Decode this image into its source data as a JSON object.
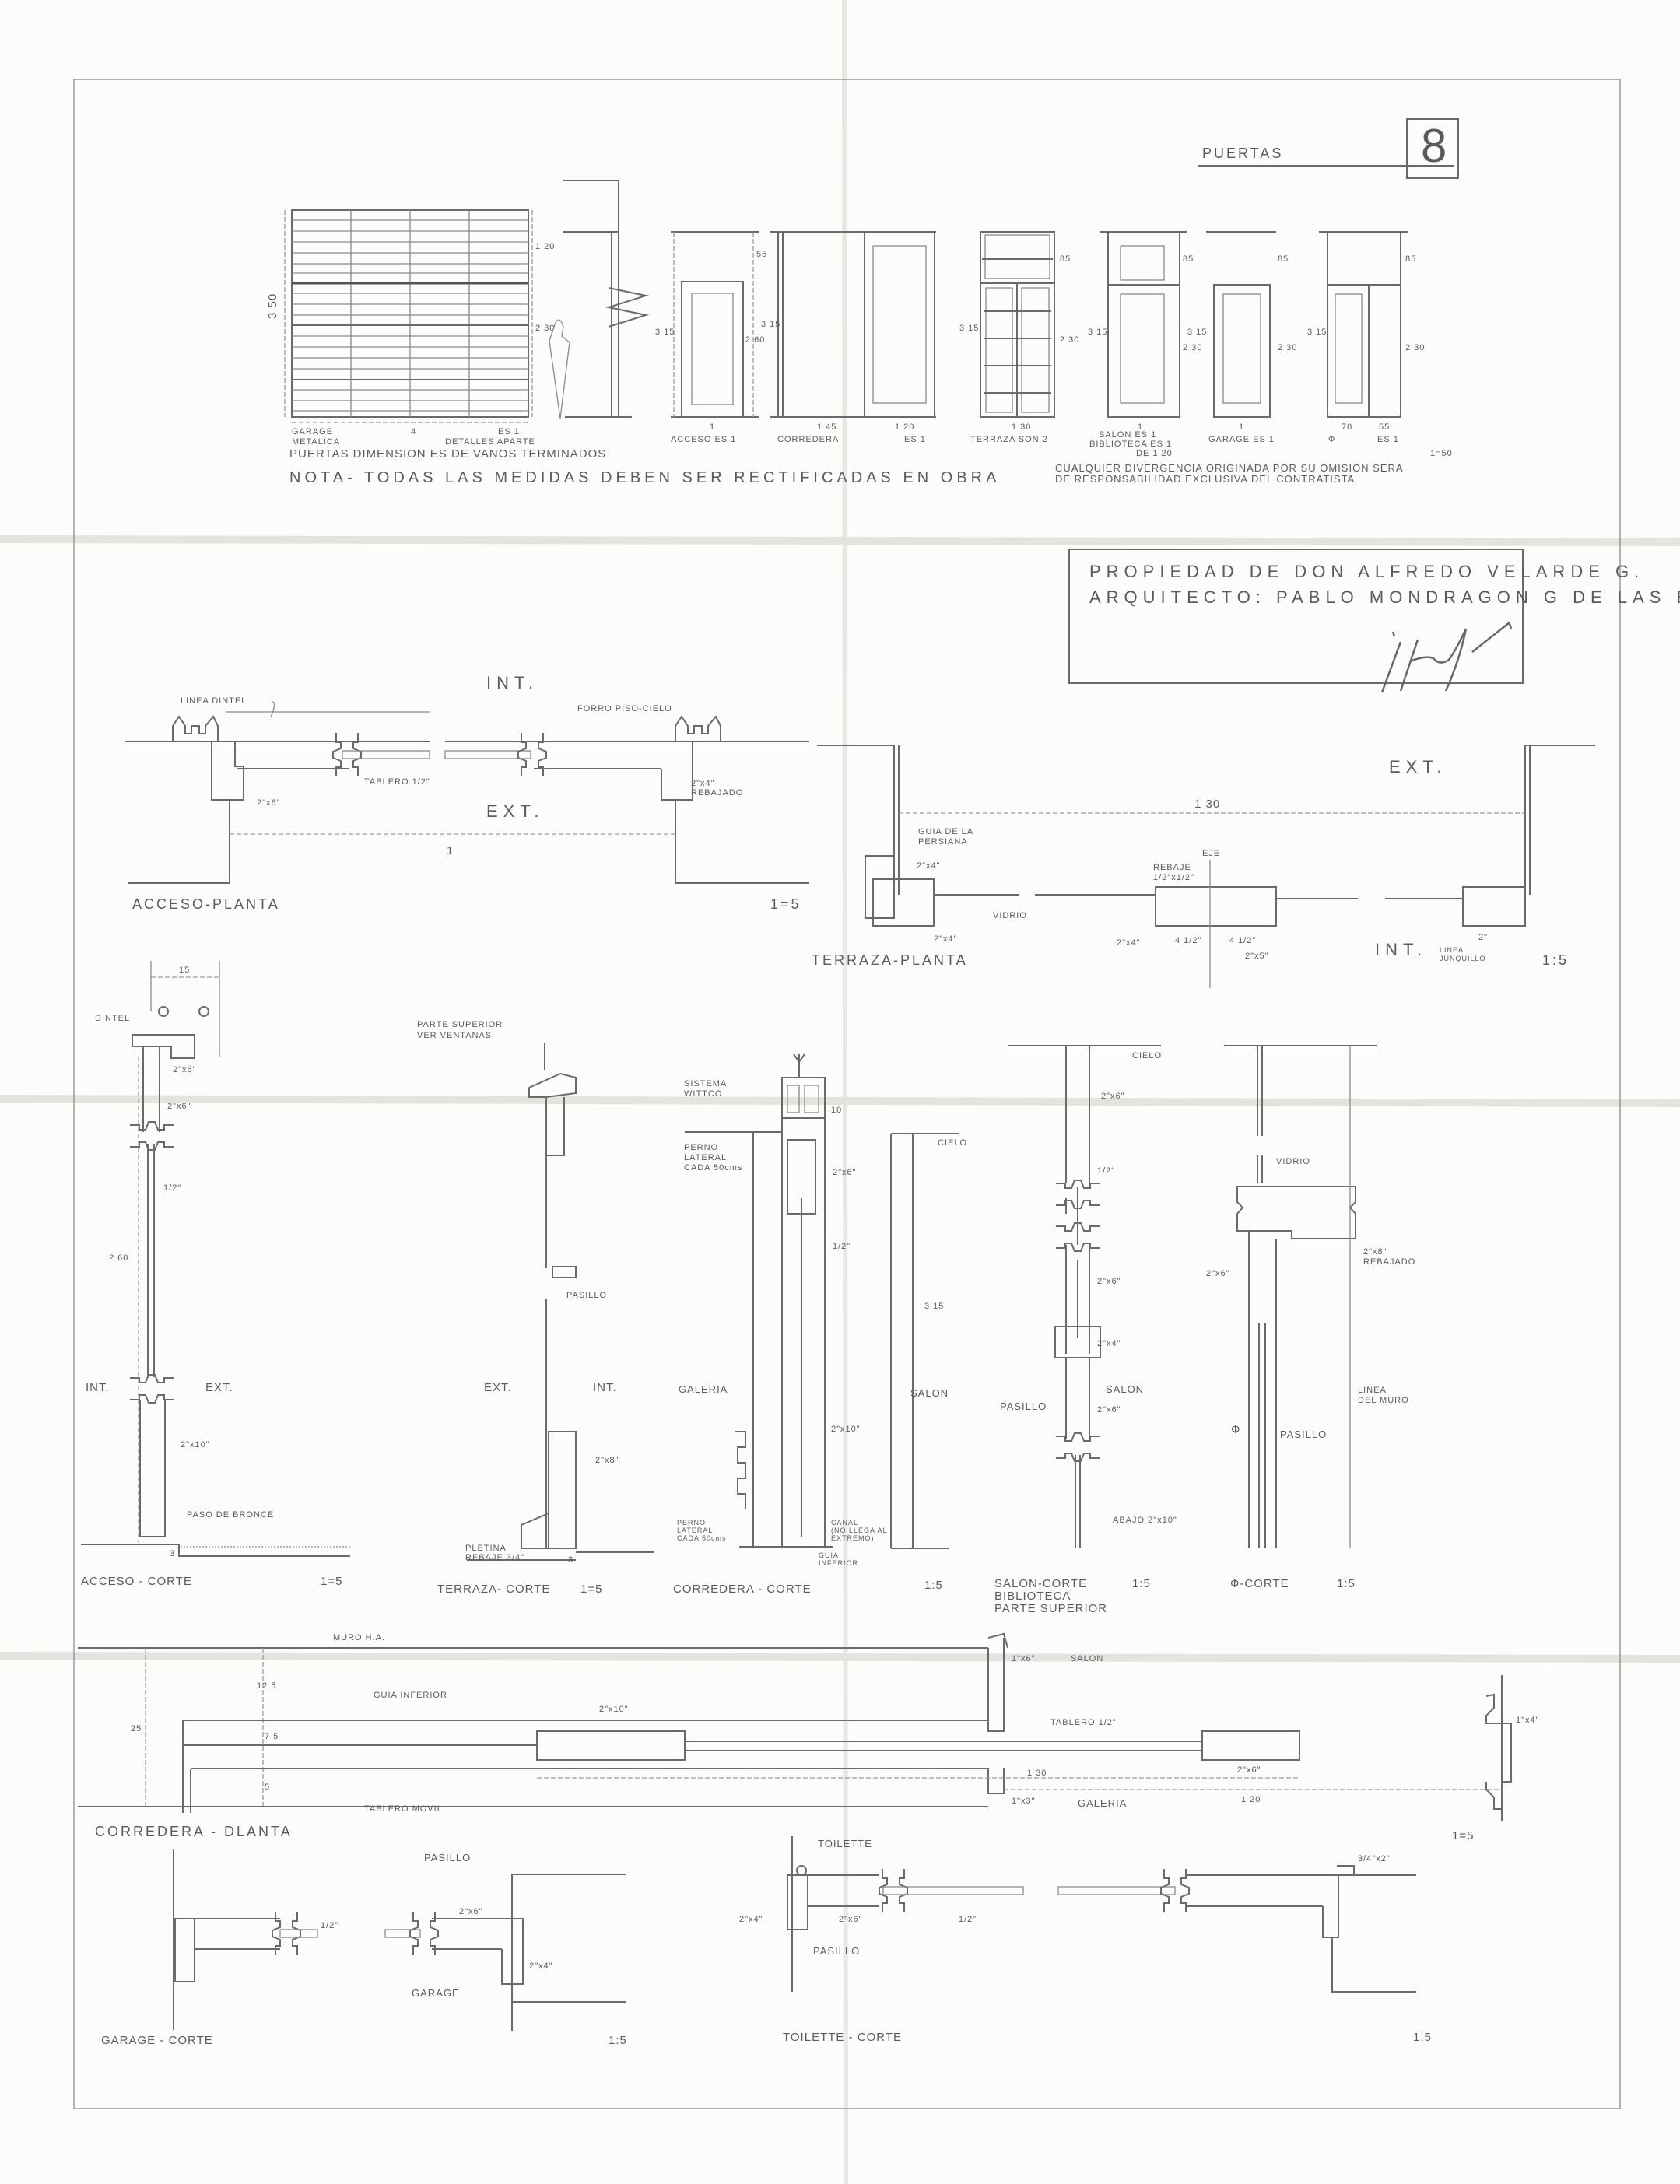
{
  "header": {
    "title": "PUERTAS",
    "sheet_number": "8"
  },
  "elevations": {
    "garage": {
      "name": "GARAGE",
      "sub": "METALICA",
      "width": "4",
      "count": "ES 1",
      "note": "DETALLES APARTE",
      "dim_total": "3 50",
      "dim_upper": "1 20",
      "dim_lower": "2 30"
    },
    "acceso": {
      "name": "ACCESO ES 1",
      "width": "1",
      "dim_top": "55",
      "dim_door": "2 60",
      "dim_total": "3 15"
    },
    "corredera": {
      "name": "CORREDERA",
      "width_a": "1 45",
      "width_b": "1 20",
      "count": "ES 1",
      "dim_total": "3 15"
    },
    "terraza": {
      "name": "TERRAZA SON 2",
      "width": "1 30",
      "dim_top": "85",
      "dim_door": "2 30",
      "dim_total": "3 15"
    },
    "salon": {
      "line1": "SALON   ES 1",
      "line2": "BIBLIOTECA ES 1",
      "line3": "DE 1 20",
      "width": "1",
      "dim_top": "85",
      "dim_door": "2 30",
      "dim_total": "3 15"
    },
    "garage_door": {
      "name": "GARAGE ES 1",
      "width": "1",
      "dim_top": "85",
      "dim_door": "2 30",
      "dim_total": "3 15"
    },
    "phi": {
      "name": "Ф",
      "count": "ES 1",
      "width_a": "70",
      "width_b": "55",
      "dim_top": "85",
      "dim_door": "2 30",
      "dim_total": "3 15"
    },
    "scale": "1=50"
  },
  "notes": {
    "dimensions": "PUERTAS   DIMENSION ES  DE  VANOS  TERMINADOS",
    "nota": "NOTA- TODAS LAS MEDIDAS DEBEN SER RECTIFICADAS EN OBRA",
    "liability_1": "CUALQUIER DIVERGENCIA ORIGINADA POR SU OMISION SERA",
    "liability_2": "DE RESPONSABILIDAD EXCLUSIVA DEL CONTRATISTA"
  },
  "title_block": {
    "owner": "PROPIEDAD  DE DON  ALFREDO  VELARDE  G.",
    "architect": "ARQUITECTO: PABLO  MONDRAGON  G DE LAS B",
    "signature": "signature"
  },
  "acceso_planta": {
    "int": "INT.",
    "ext": "EXT.",
    "linea_dintel": "LINEA DINTEL",
    "forro": "FORRO PISO-CIELO",
    "tablero": "TABLERO 1/2\"",
    "jamb": "2\"x6\"",
    "rebajado_a": "2\"x4\"",
    "rebajado_b": "REBAJADO",
    "width": "1",
    "title": "ACCESO-PLANTA",
    "scale": "1=5"
  },
  "terraza_planta": {
    "ext": "EXT.",
    "int": "INT.",
    "width": "1 30",
    "guia_1": "GUIA DE LA",
    "guia_2": "PERSIANA",
    "eje": "EJE",
    "rebaje_1": "REBAJE",
    "rebaje_2": "1/2\"x1/2\"",
    "vidrio": "VIDRIO",
    "a": "2\"x4\"",
    "b": "2\"x4\"",
    "c": "2\"x4\"",
    "d": "4 1/2\"",
    "e": "4 1/2\"",
    "f": "2\"x5\"",
    "g": "2\"",
    "junquillo_1": "LINEA",
    "junquillo_2": "JUNQUILLO",
    "title": "TERRAZA-PLANTA",
    "scale": "1:5"
  },
  "acceso_corte": {
    "width": "15",
    "dintel": "DINTEL",
    "a": "2\"x6\"",
    "b": "2\"x6\"",
    "c": "1/2\"",
    "height": "2 60",
    "int": "INT.",
    "ext": "EXT.",
    "d": "2\"x10\"",
    "paso": "PASO DE BRONCE",
    "gap": "3",
    "title": "ACCESO - CORTE",
    "scale": "1=5"
  },
  "terraza_corte": {
    "parte_1": "PARTE SUPERIOR",
    "parte_2": "VER VENTANAS",
    "pasillo": "PASILLO",
    "ext": "EXT.",
    "int": "INT.",
    "a": "2\"x8\"",
    "pletina_1": "PLETINA",
    "pletina_2": "REBAJE 3/4\"",
    "gap": "3",
    "title": "TERRAZA- CORTE",
    "scale": "1=5"
  },
  "corredera_corte": {
    "sistema_1": "SISTEMA",
    "sistema_2": "WITTCO",
    "dim": "10",
    "perno_1": "PERNO",
    "perno_2": "LATERAL",
    "perno_3": "CADA 50cms",
    "a": "2\"x6\"",
    "b": "1/2\"",
    "galeria": "GALERIA",
    "c": "2\"x10\"",
    "perno_b1": "PERNO",
    "perno_b2": "LATERAL",
    "perno_b3": "CADA 50cms",
    "canal_1": "CANAL",
    "canal_2": "(NO LLEGA AL",
    "canal_3": "EXTREMO)",
    "guia_1": "GUIA",
    "guia_2": "INFERIOR",
    "title": "CORREDERA - CORTE",
    "cielo": "CIELO",
    "height": "3 15",
    "salon": "SALON",
    "scale": "1:5"
  },
  "salon_corte": {
    "cielo": "CIELO",
    "a": "2\"x6\"",
    "b": "1/2\"",
    "c": "2\"x6\"",
    "d": "2\"x4\"",
    "salon": "SALON",
    "pasillo": "PASILLO",
    "e": "2\"x6\"",
    "abajo": "ABAJO 2\"x10\"",
    "title_1": "SALON-CORTE",
    "title_2": "BIBLIOTECA",
    "title_3": "PARTE        SUPERIOR",
    "scale": "1:5"
  },
  "phi_corte": {
    "vidrio": "VIDRIO",
    "a_1": "2\"x8\"",
    "a_2": "REBAJADO",
    "b": "2\"x6\"",
    "linea_1": "LINEA",
    "linea_2": "DEL MURO",
    "phi": "Ф",
    "pasillo": "PASILLO",
    "title": "Ф-CORTE",
    "scale": "1:5"
  },
  "corredera_planta": {
    "muro": "MURO H.A.",
    "salon": "SALON",
    "a": "1\"x6\"",
    "dim_total": "25",
    "dim_a": "12 5",
    "guia": "GUIA INFERIOR",
    "b": "2\"x10\"",
    "dim_b": "7 5",
    "tablero": "TABLERO 1/2\"",
    "dim_c": "5",
    "c": "2\"x6\"",
    "width_a": "1 30",
    "width_b": "1 20",
    "d": "1\"x3\"",
    "galeria": "GALERIA",
    "movil": "TABLERO MOVIL",
    "title": "CORREDERA - DLANTA",
    "detail": "1\"x4\"",
    "scale": "1=5"
  },
  "garage_corte": {
    "pasillo": "PASILLO",
    "a": "1/2\"",
    "b": "2\"x6\"",
    "c": "2\"x4\"",
    "garage": "GARAGE",
    "title": "GARAGE - CORTE",
    "scale": "1:5"
  },
  "toilette_corte": {
    "toilette": "TOILETTE",
    "pasillo": "PASILLO",
    "a": "2\"x4\"",
    "b": "2\"x6\"",
    "c": "1/2\"",
    "d": "3/4\"x2\"",
    "title": "TOILETTE - CORTE",
    "scale": "1:5"
  }
}
